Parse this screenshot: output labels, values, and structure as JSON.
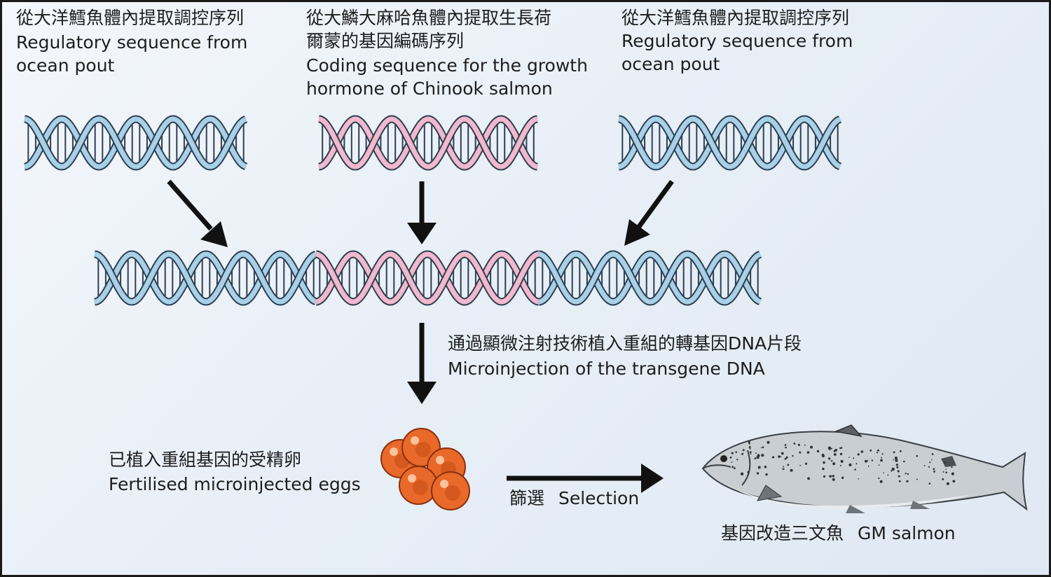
{
  "labels": {
    "left_source": {
      "zh": "從大洋鱈魚體內提取調控序列",
      "en_line1": "Regulatory sequence from",
      "en_line2": "ocean pout"
    },
    "middle_source": {
      "zh_line1": "從大鱗大麻哈魚體內提取生長荷",
      "zh_line2": "爾蒙的基因編碼序列",
      "en_line1": "Coding sequence for the growth",
      "en_line2": "hormone of Chinook salmon"
    },
    "right_source": {
      "zh": "從大洋鱈魚體內提取調控序列",
      "en_line1": "Regulatory sequence from",
      "en_line2": "ocean pout"
    },
    "microinjection": {
      "zh": "通過顯微注射技術植入重組的轉基因DNA片段",
      "en": "Microinjection of the transgene DNA"
    },
    "eggs": {
      "zh": "已植入重組基因的受精卵",
      "en": "Fertilised microinjected eggs"
    },
    "selection": {
      "zh": "篩選",
      "en": "Selection"
    },
    "result": {
      "zh": "基因改造三文魚",
      "en": "GM salmon"
    }
  },
  "colors": {
    "regulatory_dna": "#a8d0e6",
    "coding_dna": "#f2b8cb",
    "egg": "#e8692a",
    "arrow": "#111111",
    "background": "#e8eff7"
  },
  "icons": [
    "dna-helix-icon",
    "fertilised-egg-icon",
    "salmon-icon",
    "arrow-icon"
  ]
}
